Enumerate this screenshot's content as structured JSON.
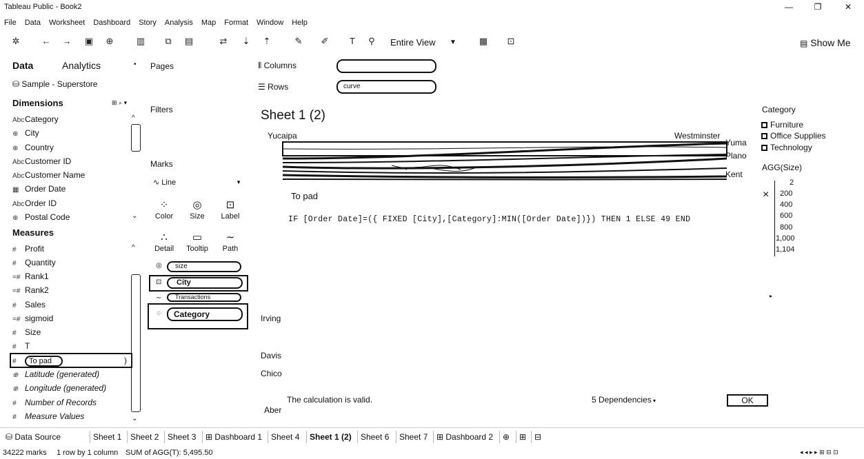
{
  "window": {
    "title": "Tableau Public - Book2"
  },
  "menu": [
    "File",
    "Data",
    "Worksheet",
    "Dashboard",
    "Story",
    "Analysis",
    "Map",
    "Format",
    "Window",
    "Help"
  ],
  "toolbar": {
    "fit": "Entire View",
    "show_me": "Show Me"
  },
  "data_pane": {
    "tab_data": "Data",
    "tab_analytics": "Analytics",
    "datasource": "Sample - Superstore",
    "dimensions_header": "Dimensions",
    "dimensions": [
      {
        "label": "Category",
        "icon": "Abc"
      },
      {
        "label": "City",
        "icon": "⊕"
      },
      {
        "label": "Country",
        "icon": "⊕"
      },
      {
        "label": "Customer ID",
        "icon": "Abc"
      },
      {
        "label": "Customer Name",
        "icon": "Abc"
      },
      {
        "label": "Order Date",
        "icon": "▦"
      },
      {
        "label": "Order ID",
        "icon": "Abc"
      },
      {
        "label": "Postal Code",
        "icon": "⊕"
      }
    ],
    "measures_header": "Measures",
    "measures": [
      {
        "label": "Profit",
        "icon": "#"
      },
      {
        "label": "Quantity",
        "icon": "#"
      },
      {
        "label": "Rank1",
        "icon": "=#"
      },
      {
        "label": "Rank2",
        "icon": "=#"
      },
      {
        "label": "Sales",
        "icon": "#"
      },
      {
        "label": "sigmoid",
        "icon": "=#"
      },
      {
        "label": "Size",
        "icon": "#"
      },
      {
        "label": "T",
        "icon": "#"
      },
      {
        "label": "To pad",
        "icon": "#"
      },
      {
        "label": "Latitude (generated)",
        "icon": "⊕"
      },
      {
        "label": "Longitude (generated)",
        "icon": "⊕"
      },
      {
        "label": "Number of Records",
        "icon": "#"
      },
      {
        "label": "Measure Values",
        "icon": "#"
      }
    ]
  },
  "shelves": {
    "pages": "Pages",
    "filters": "Filters",
    "marks": "Marks",
    "columns": "Columns",
    "rows": "Rows",
    "rows_pill": "curve"
  },
  "marks_card": {
    "type": "Line",
    "buttons": [
      "Color",
      "Size",
      "Label",
      "Detail",
      "Tooltip",
      "Path"
    ],
    "pills": [
      "size",
      "City",
      "Transactions",
      "Category"
    ]
  },
  "view": {
    "sheet_title": "Sheet 1 (2)",
    "left_label": "Yucaipa",
    "right_label": "Westminster",
    "line_labels": [
      "Yuma",
      "Plano",
      "Kent"
    ],
    "row_labels": [
      "Irving",
      "Davis",
      "Chico",
      "Aber"
    ]
  },
  "legend": {
    "color_title": "Category",
    "color_items": [
      "Furniture",
      "Office Supplies",
      "Technology"
    ],
    "size_title": "AGG(Size)",
    "size_values": [
      "2",
      "200",
      "400",
      "600",
      "800",
      "1,000",
      "1,104"
    ]
  },
  "calc_dialog": {
    "name": "To pad",
    "formula": "IF [Order Date]=({ FIXED [City],[Category]:MIN([Order Date])}) THEN 1 ELSE 49 END",
    "status": "The calculation is valid.",
    "dependencies": "5 Dependencies",
    "ok": "OK",
    "close": "×"
  },
  "sheet_tabs": [
    "Data Source",
    "Sheet 1",
    "Sheet 2",
    "Sheet 3",
    "Dashboard 1",
    "Sheet 4",
    "Sheet 1 (2)",
    "Sheet 6",
    "Sheet 7",
    "Dashboard 2"
  ],
  "status": {
    "marks": "34222 marks",
    "rows": "1 row by 1 column",
    "sum": "SUM of AGG(T): 5,495.50"
  }
}
